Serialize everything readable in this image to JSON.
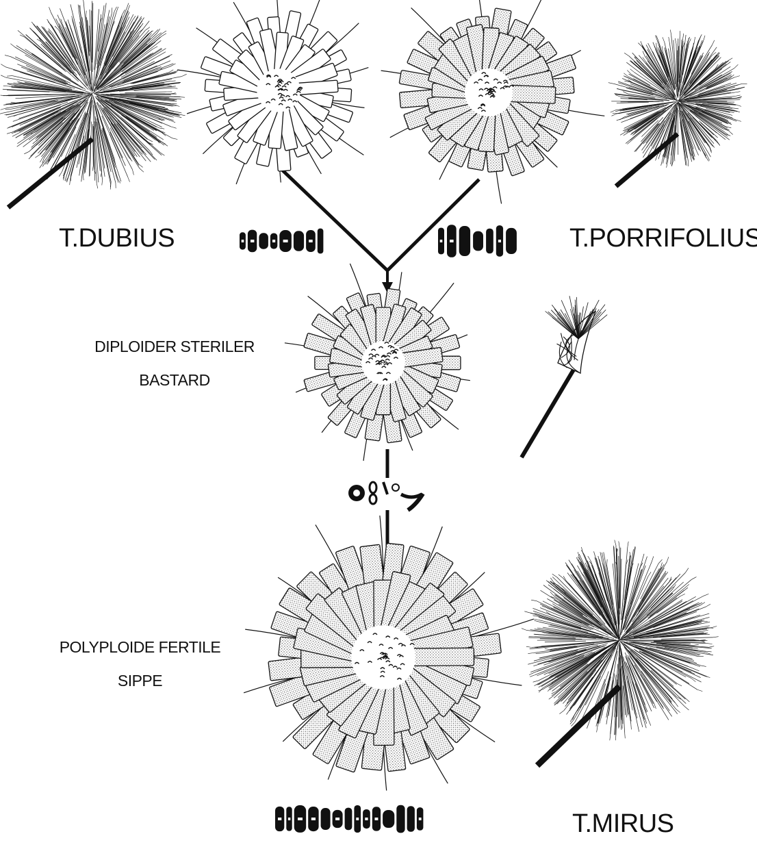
{
  "species": {
    "dubius": "T.DUBIUS",
    "porrifolius": "T.PORRIFOLIUS",
    "mirus": "T.MIRUS"
  },
  "hybrid": {
    "line1": "DIPLOIDER STERILER",
    "line2": "BASTARD"
  },
  "polyploid": {
    "line1": "POLYPLOIDE FERTILE",
    "line2": "SIPPE"
  },
  "colors": {
    "ink": "#111111",
    "paper": "#ffffff",
    "stipple": "#9a9a9a"
  }
}
